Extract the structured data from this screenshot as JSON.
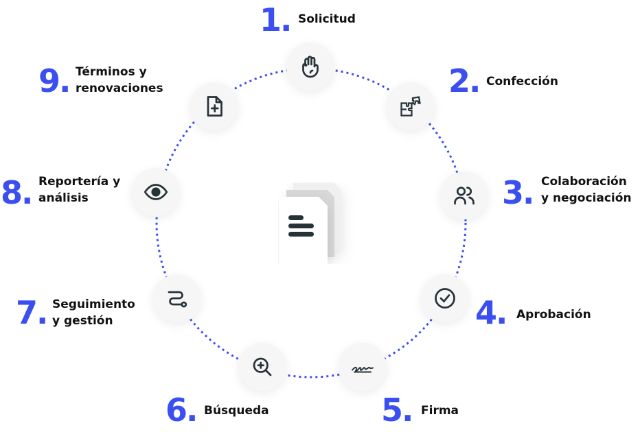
{
  "accent_color": "#3b4ff0",
  "steps": [
    {
      "number": "1.",
      "label": "Solicitud",
      "line2": "",
      "icon": "hand-icon"
    },
    {
      "number": "2.",
      "label": "Confección",
      "line2": "",
      "icon": "puzzle-icon"
    },
    {
      "number": "3.",
      "label": "Colaboración",
      "line2": "y negociación",
      "icon": "users-icon"
    },
    {
      "number": "4.",
      "label": "Aprobación",
      "line2": "",
      "icon": "check-circle-icon"
    },
    {
      "number": "5.",
      "label": "Firma",
      "line2": "",
      "icon": "signature-icon"
    },
    {
      "number": "6.",
      "label": "Búsqueda",
      "line2": "",
      "icon": "zoom-in-icon"
    },
    {
      "number": "7.",
      "label": "Seguimiento",
      "line2": "y gestión",
      "icon": "route-icon"
    },
    {
      "number": "8.",
      "label": "Reportería y",
      "line2": "análisis",
      "icon": "eye-icon"
    },
    {
      "number": "9.",
      "label": "Términos y",
      "line2": "renovaciones",
      "icon": "file-plus-icon"
    }
  ],
  "center_icon": "documents-stack-icon"
}
